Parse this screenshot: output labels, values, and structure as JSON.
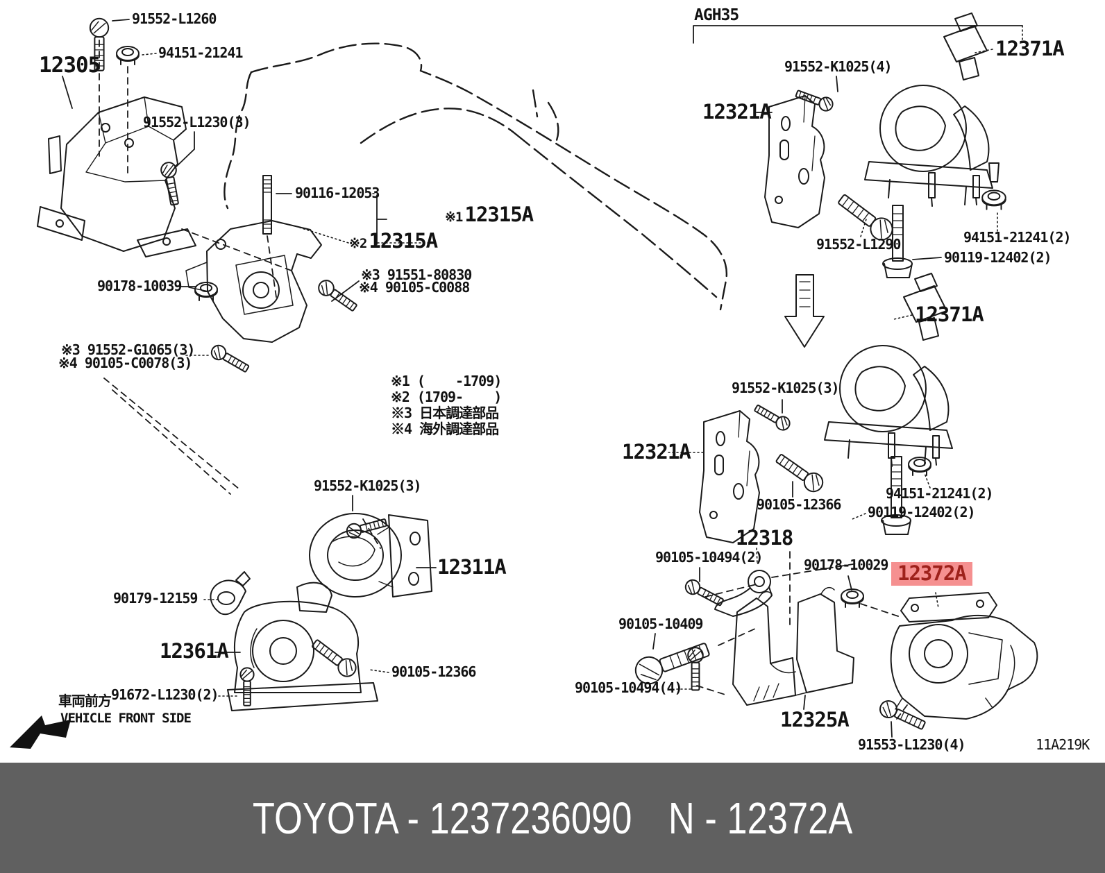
{
  "colors": {
    "highlight_bg": "#f59090",
    "highlight_text": "#9e211b",
    "footer_bg": "#606060",
    "footer_text": "#ffffff",
    "line": "#1a1a1a"
  },
  "footer": {
    "catalog_text": "TOYOTA - 1237236090",
    "part_text": "N - 12372A"
  },
  "diagram": {
    "variant_code": "AGH35",
    "drawing_code": "11A219K",
    "front_side": {
      "jp": "車両前方",
      "en": "VEHICLE FRONT SIDE"
    },
    "notes": {
      "n1": "※1 (    -1709)",
      "n2": "※2 (1709-    )",
      "n3": "※3 日本調達部品",
      "n4": "※4 海外調達部品"
    },
    "left": {
      "bolt_91552_l1260": "91552-L1260",
      "nut_94151_21241": "94151-21241",
      "part_12305": "12305",
      "bolt_91552_l1230": "91552-L1230(3)",
      "stud_90116_12053": "90116-12053",
      "ref1": "※1",
      "part_12315a_1": "12315A",
      "ref2": "※2",
      "part_12315a_2": "12315A",
      "bolt_91551_80830": "※3 91551-80830",
      "bolt_90105_c0088": "※4 90105-C0088",
      "nut_90178_10039": "90178-10039",
      "bolt_91552_g1065": "※3 91552-G1065(3)",
      "bolt_90105_c0078": "※4 90105-C0078(3)",
      "bolt_91552_k1025": "91552-K1025(3)",
      "part_12311a": "12311A",
      "stopper_90179_12159": "90179-12159",
      "part_12361a": "12361A",
      "bolt_91672_l1230": "91672-L1230(2)",
      "bolt_90105_12366": "90105-12366"
    },
    "right": {
      "part_12371a_upper": "12371A",
      "bolt_91552_k1025_4": "91552-K1025(4)",
      "part_12321a_upper": "12321A",
      "bolt_91552_l1290": "91552-L1290",
      "nut_94151_21241_upper": "94151-21241(2)",
      "bolt_90119_12402_upper": "90119-12402(2)",
      "part_12371a_lower": "12371A",
      "bolt_91552_k1025_3": "91552-K1025(3)",
      "part_12321a_lower": "12321A",
      "bolt_90105_12366": "90105-12366",
      "nut_94151_21241_lower": "94151-21241(2)",
      "bolt_90119_12402_lower": "90119-12402(2)",
      "part_12318": "12318",
      "bolt_90105_10494_2": "90105-10494(2)",
      "nut_90178_10029": "90178-10029",
      "part_12372a": "12372A",
      "bolt_90105_10409": "90105-10409",
      "bolt_90105_10494_4": "90105-10494(4)",
      "part_12325a": "12325A",
      "bolt_91553_l1230": "91553-L1230(4)"
    }
  }
}
